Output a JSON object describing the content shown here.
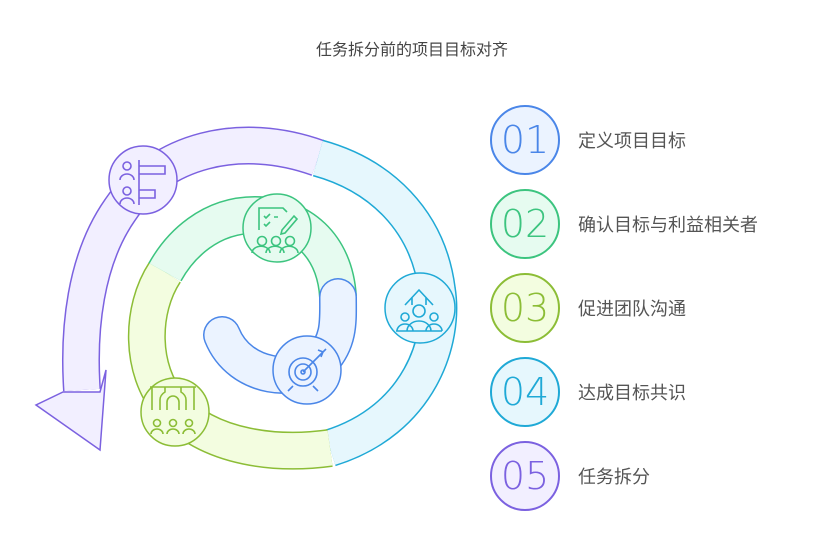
{
  "title": "任务拆分前的项目目标对齐",
  "steps": [
    {
      "num": "01",
      "label": "定义项目目标",
      "color": "#4a86e8",
      "fill": "#ebf3ff",
      "icon": "target-icon"
    },
    {
      "num": "02",
      "label": "确认目标与利益相关者",
      "color": "#3cc47f",
      "fill": "#e6fbf0",
      "icon": "team-checklist-icon"
    },
    {
      "num": "03",
      "label": "促进团队沟通",
      "color": "#8cbd36",
      "fill": "#f3fde0",
      "icon": "team-structure-icon"
    },
    {
      "num": "04",
      "label": "达成目标共识",
      "color": "#1fa9d6",
      "fill": "#e6f7fd",
      "icon": "team-growth-icon"
    },
    {
      "num": "05",
      "label": "任务拆分",
      "color": "#7b61e0",
      "fill": "#f2efff",
      "icon": "task-assignment-icon"
    }
  ]
}
